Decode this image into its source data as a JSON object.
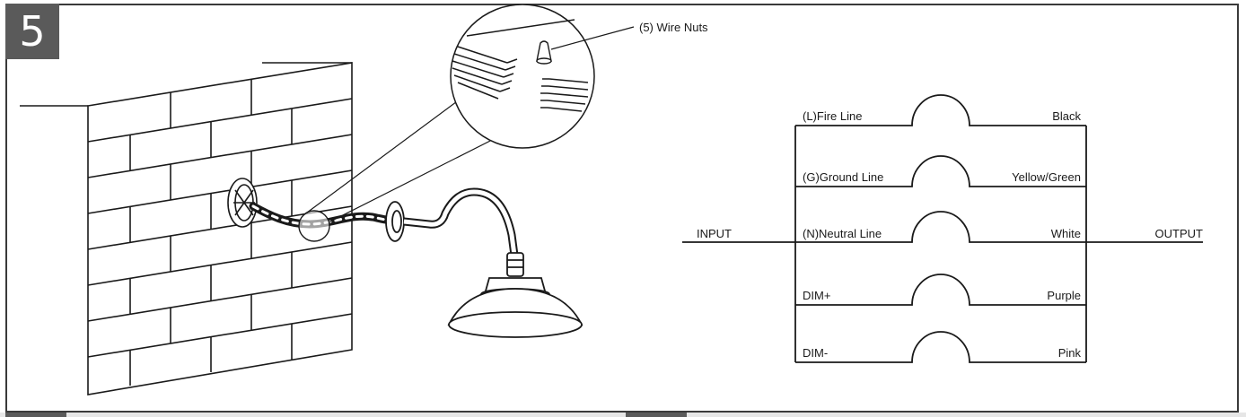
{
  "step": {
    "number": "5"
  },
  "callout": {
    "label": "(5) Wire Nuts"
  },
  "wiring": {
    "input_label": "INPUT",
    "output_label": "OUTPUT",
    "lines": [
      {
        "left": "(L)Fire Line",
        "right": "Black"
      },
      {
        "left": "(G)Ground Line",
        "right": "Yellow/Green"
      },
      {
        "left": "(N)Neutral Line",
        "right": "White"
      },
      {
        "left": "DIM+",
        "right": "Purple"
      },
      {
        "left": "DIM-",
        "right": "Pink"
      }
    ]
  },
  "colors": {
    "badge": "#5a5a5a",
    "line": "#1a1a1a"
  }
}
